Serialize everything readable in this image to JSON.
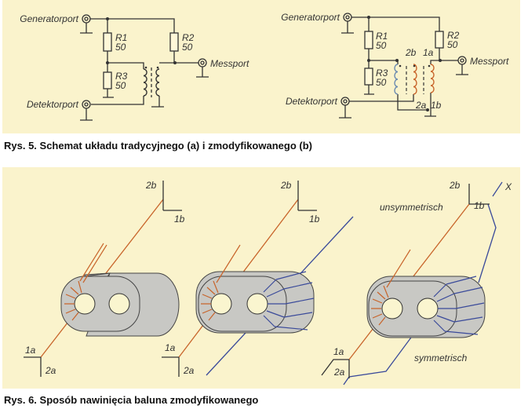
{
  "figure5": {
    "circuit_a": {
      "generator_port": "Generatorport",
      "detector_port": "Detektorport",
      "meas_port": "Messport",
      "r1_name": "R1",
      "r1_value": "50",
      "r2_name": "R2",
      "r2_value": "50",
      "r3_name": "R3",
      "r3_value": "50"
    },
    "circuit_b": {
      "generator_port": "Generatorport",
      "detector_port": "Detektorport",
      "meas_port": "Messport",
      "r1_name": "R1",
      "r1_value": "50",
      "r2_name": "R2",
      "r2_value": "50",
      "r3_name": "R3",
      "r3_value": "50",
      "pin_2b": "2b",
      "pin_1a": "1a",
      "pin_2a": "2a",
      "pin_1b": "1b"
    },
    "caption": "Rys. 5. Schemat układu tradycyjnego (a) i zmodyfikowanego (b)"
  },
  "figure6": {
    "step1": {
      "pin_2b": "2b",
      "pin_1b": "1b",
      "pin_1a": "1a",
      "pin_2a": "2a"
    },
    "step2": {
      "pin_2b": "2b",
      "pin_1b": "1b",
      "pin_1a": "1a",
      "pin_2a": "2a"
    },
    "step3": {
      "pin_2b": "2b",
      "pin_1b": "1b",
      "pin_1a": "1a",
      "pin_2a": "2a",
      "pin_x": "X",
      "unsymmetric_label": "unsymmetrisch",
      "symmetric_label": "symmetrisch"
    },
    "caption": "Rys. 6. Sposób nawinięcia baluna zmodyfikowanego"
  },
  "colors": {
    "panel_top": "#faf3cc",
    "panel_bottom": "#faf3cc",
    "wire_orange": "#c8642a",
    "wire_blue": "#3a4a9a",
    "core_gray": "#c8c8c4"
  }
}
